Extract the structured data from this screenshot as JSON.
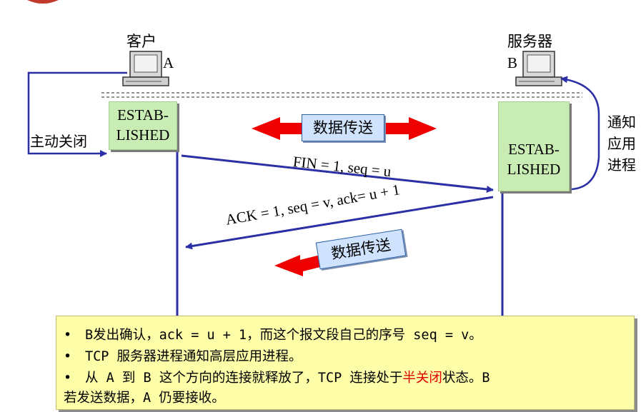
{
  "client": {
    "title": "客户",
    "letter": "A",
    "state_line1": "ESTAB-",
    "state_line2": "LISHED",
    "action": "主动关闭"
  },
  "server": {
    "title": "服务器",
    "letter": "B",
    "state_line1": "ESTAB-",
    "state_line2": "LISHED",
    "action_lines": [
      "通知",
      "应用",
      "进程"
    ]
  },
  "data_transfer": {
    "top_label": "数据传送",
    "bottom_label": "数据传送"
  },
  "messages": {
    "fin": "FIN = 1, seq = u",
    "ack": "ACK = 1, seq = v, ack= u + 1"
  },
  "note": {
    "bullet": "•",
    "line1": "B发出确认，ack = u + 1，而这个报文段自己的序号 seq = v。",
    "line2": "TCP 服务器进程通知高层应用进程。",
    "line3_pre": "从 A 到 B 这个方向的连接就释放了，TCP 连接处于",
    "line3_highlight": "半关闭",
    "line3_post": "状态。B",
    "line4": "若发送数据，A 仍要接收。"
  },
  "colors": {
    "arrow_blue": "#2b2fa6",
    "data_red": "#ee0000",
    "state_green": "#c8ecb4",
    "note_yellow": "#fefea8",
    "highlight_red": "#e00000"
  }
}
